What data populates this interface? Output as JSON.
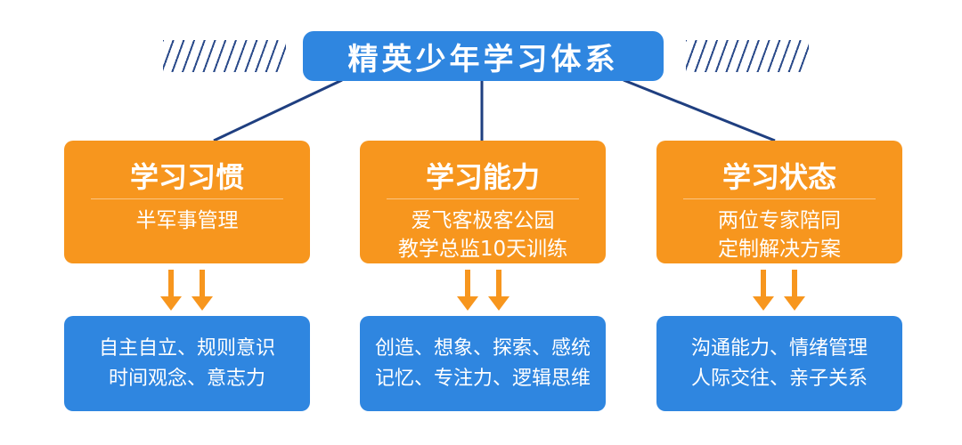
{
  "title": "精英少年学习体系",
  "colors": {
    "orange": "#f7961e",
    "blue": "#2f86e0",
    "line": "#1f3f80"
  },
  "columns": [
    {
      "heading": "学习习惯",
      "sub": [
        "半军事管理"
      ],
      "details": [
        "自主自立、规则意识",
        "时间观念、意志力"
      ]
    },
    {
      "heading": "学习能力",
      "sub": [
        "爱飞客极客公园",
        "教学总监10天训练"
      ],
      "details": [
        "创造、想象、探索、感统",
        "记忆、专注力、逻辑思维"
      ]
    },
    {
      "heading": "学习状态",
      "sub": [
        "两位专家陪同",
        "定制解决方案"
      ],
      "details": [
        "沟通能力、情绪管理",
        "人际交往、亲子关系"
      ]
    }
  ]
}
